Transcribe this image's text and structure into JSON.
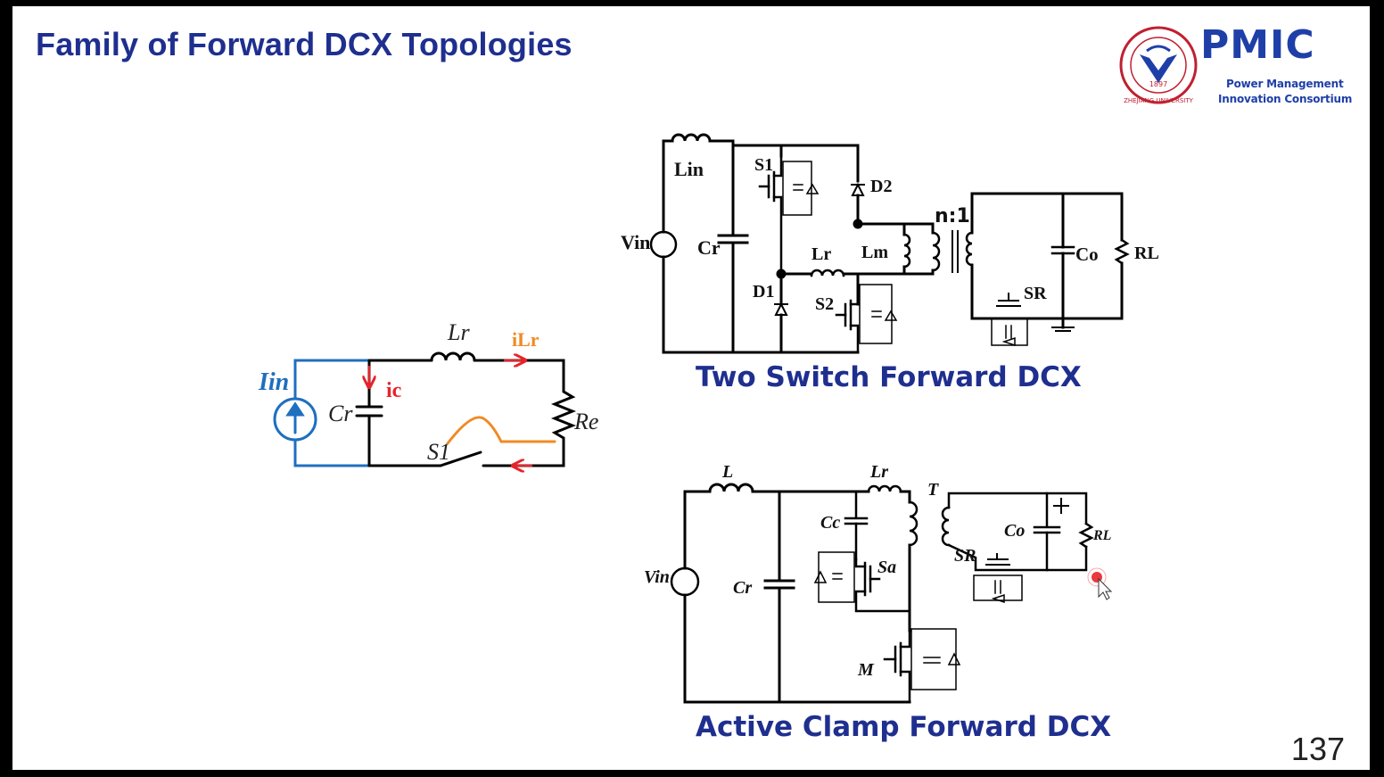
{
  "slide": {
    "title": "Family of Forward DCX Topologies",
    "page_number": "137"
  },
  "logo": {
    "university": "ZHEJIANG UNIVERSITY",
    "year": "1897",
    "wordmark": "PMIC",
    "subtitle_line1": "Power Management",
    "subtitle_line2": "Innovation Consortium"
  },
  "equivalent_circuit": {
    "labels": {
      "lr": "Lr",
      "ilr": "iLr",
      "iin": "Iin",
      "ic": "ic",
      "cr": "Cr",
      "re": "Re",
      "s1": "S1"
    },
    "colors": {
      "source_branch": "#1f6fbf",
      "current_arrows": "#e8232a",
      "ilr_label": "#f08a24",
      "waveform": "#f08a24"
    }
  },
  "two_switch": {
    "caption": "Two Switch Forward DCX",
    "labels": {
      "lin": "Lin",
      "s1": "S1",
      "d2": "D2",
      "ratio": "n:1",
      "vin": "Vin",
      "cr": "Cr",
      "lr": "Lr",
      "lm": "Lm",
      "co": "Co",
      "rl": "RL",
      "d1": "D1",
      "sr": "SR",
      "s2": "S2"
    }
  },
  "active_clamp": {
    "caption": "Active Clamp Forward DCX",
    "labels": {
      "l": "L",
      "lr": "Lr",
      "t": "T",
      "cc": "Cc",
      "co": "Co",
      "rl": "RL",
      "sr": "SR",
      "sa": "Sa",
      "vin": "Vin",
      "cr": "Cr",
      "m": "M"
    }
  },
  "cursor": {
    "highlight_color": "#e8232a"
  }
}
